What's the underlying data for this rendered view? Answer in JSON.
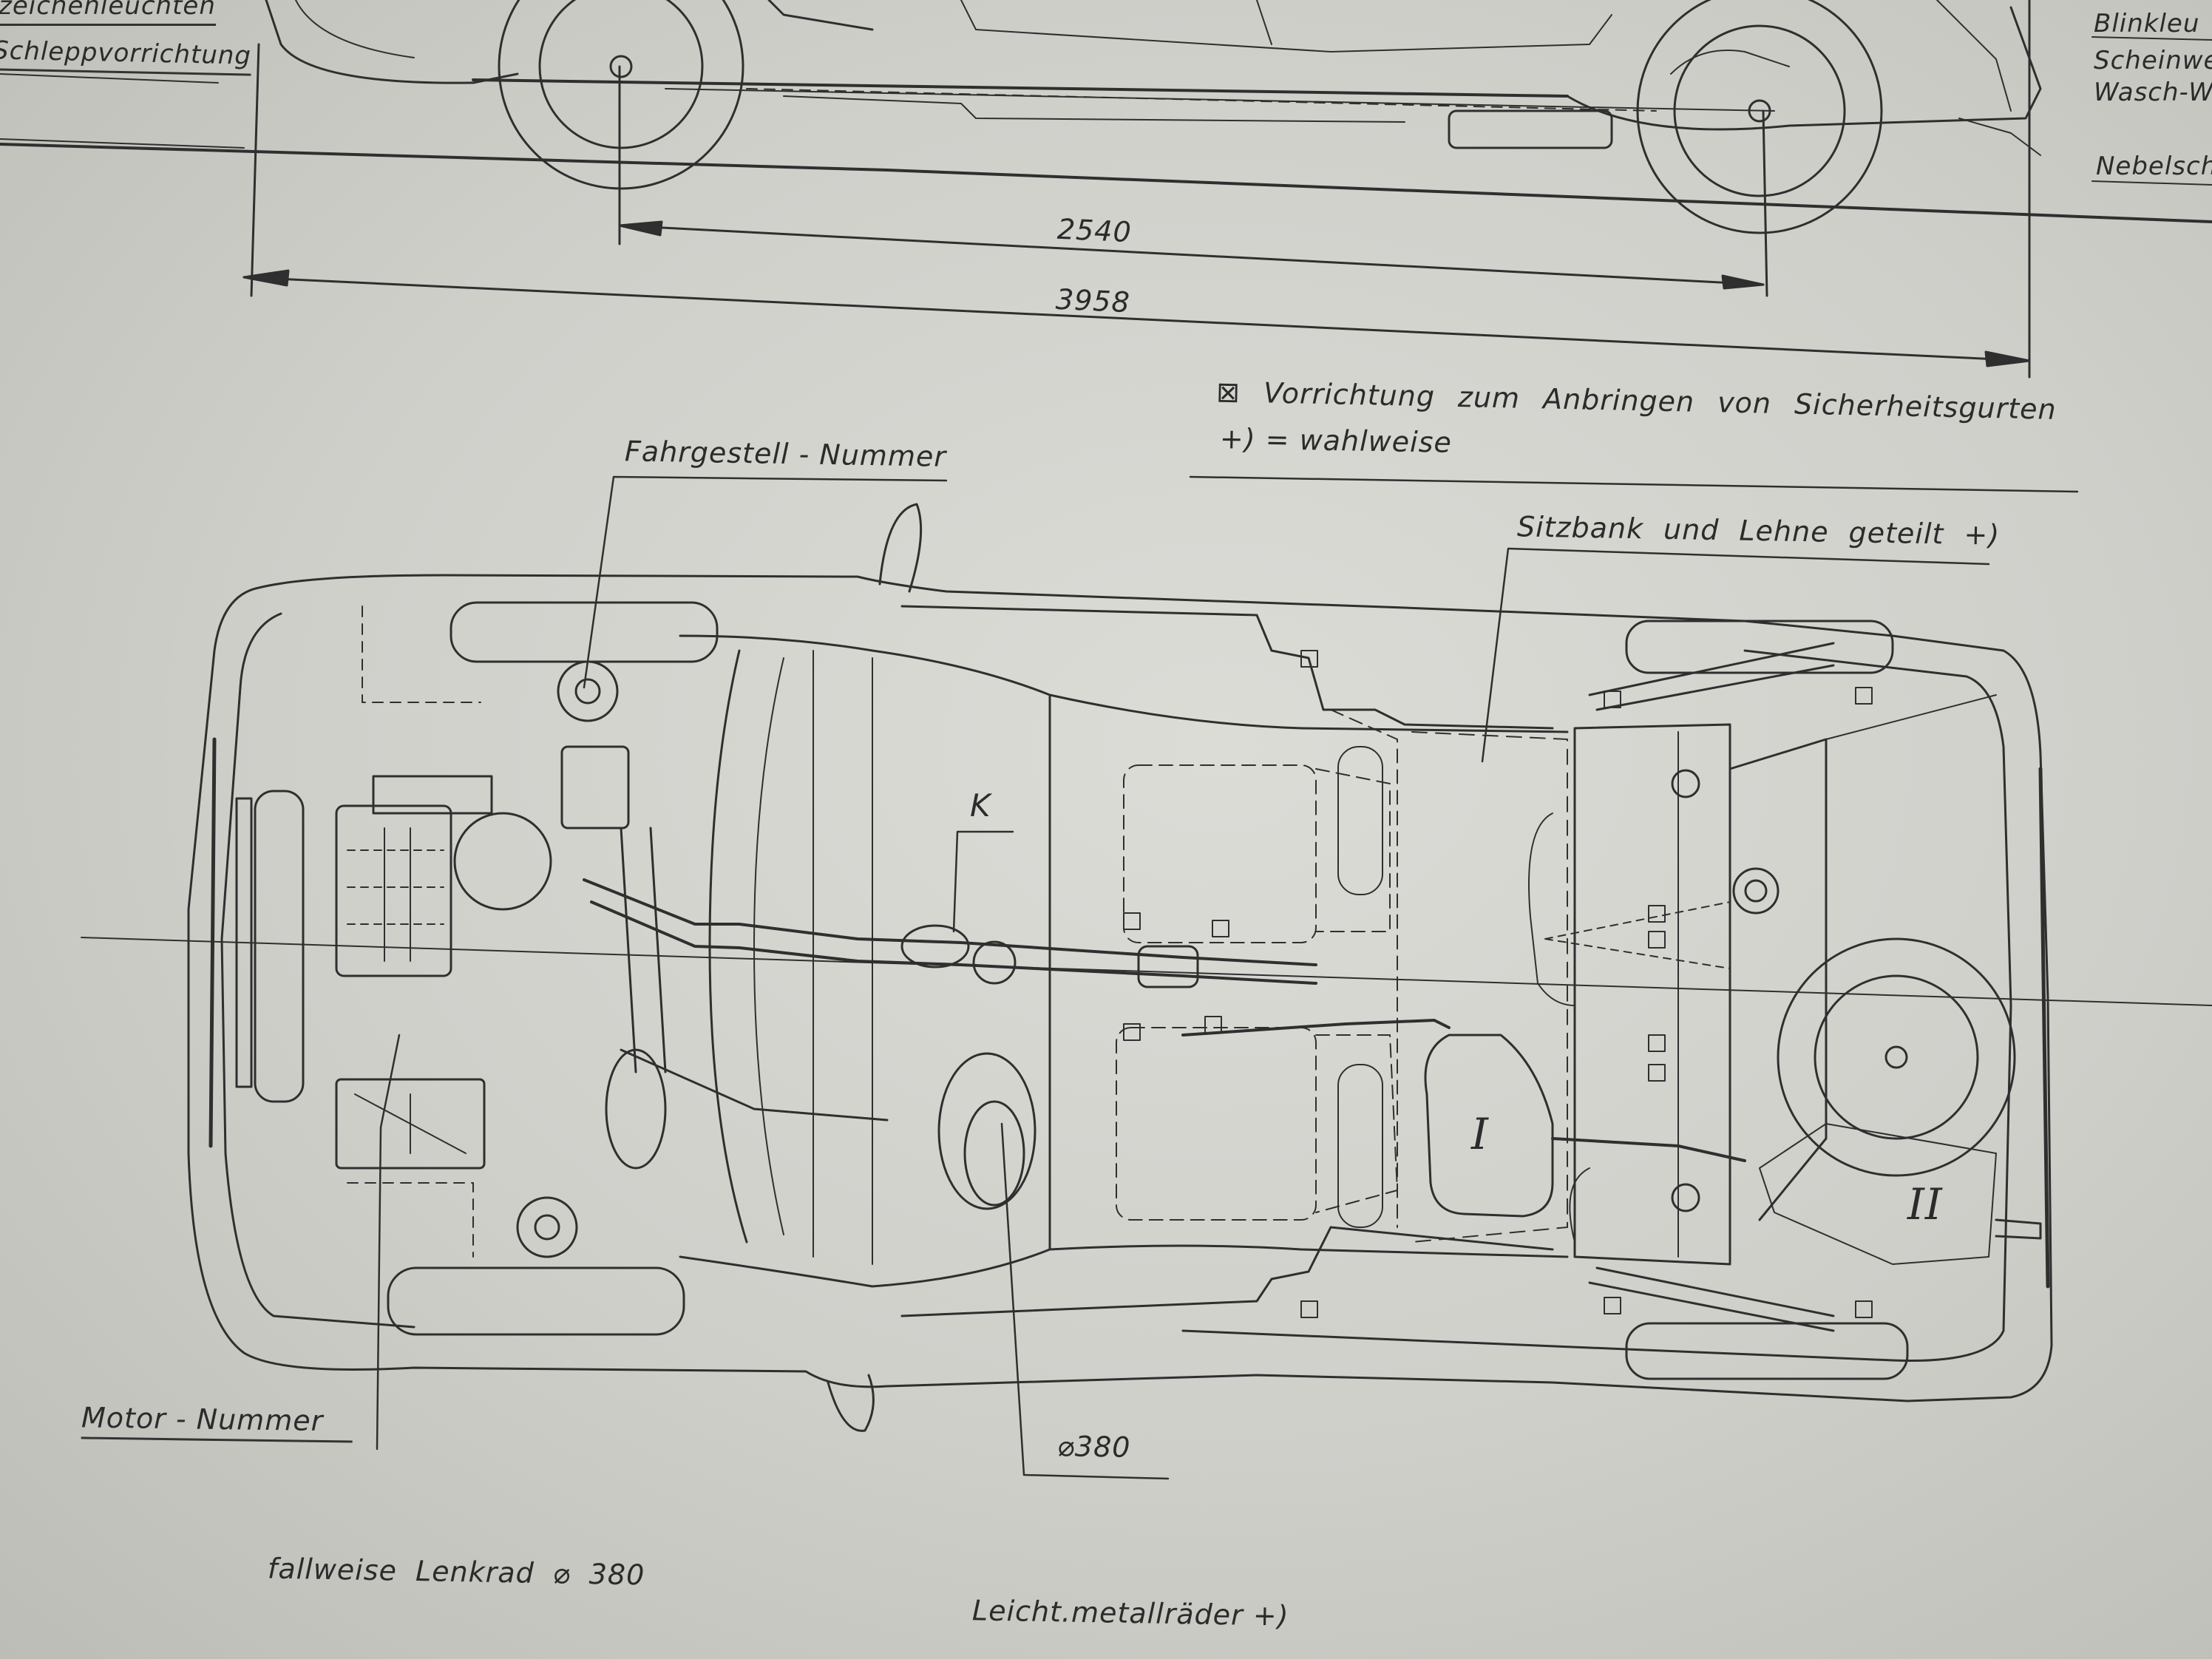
{
  "labels": {
    "top_left_1": "zeichenleuchten",
    "top_left_2": "Schleppvorrichtung",
    "top_right_1": "Blinkleu",
    "top_right_2": "Scheinwe",
    "top_right_3": "Wasch-W",
    "top_right_4": "Nebelsch",
    "wheelbase": "2540",
    "overall_length": "3958",
    "seatbelt_note": "⊠ Vorrichtung zum Anbringen von Sicherheitsgurten",
    "optional_note": "+) = wahlweise",
    "chassis_number": "Fahrgestell - Nummer",
    "seat_split": "Sitzbank und Lehne geteilt +)",
    "k_label": "K",
    "tank_one": "I",
    "tank_two": "II",
    "engine_number": "Motor - Nummer",
    "steering_dia": "⌀380",
    "steering_note": "fallweise Lenkrad ⌀ 380",
    "alloy_note": "Leicht.metallräder +)"
  },
  "colors": {
    "paper": "#d6d6d1",
    "ink": "#2a2a2a"
  }
}
